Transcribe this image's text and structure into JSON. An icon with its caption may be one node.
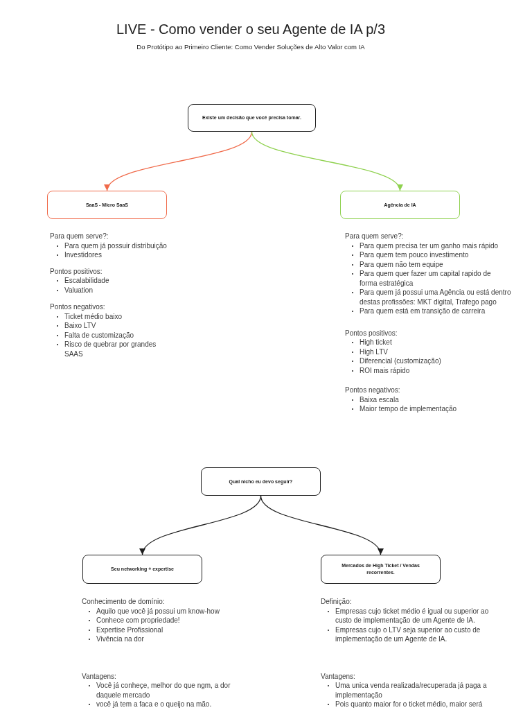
{
  "diagram": {
    "title": "LIVE - Como vender o seu Agente de IA p/3",
    "nodes": [
      {
        "text": [
          "Existe um decisão que você precisa tomar."
        ]
      },
      {
        "text": [
          "SaaS - Micro SaaS"
        ],
        "beside": [
          "Para quem serve?:",
          "Para quem já possuir distribuição",
          "Investidores",
          "Pontos positivos:",
          "Escalabilidade",
          "Valuation",
          "Pontos negativos:",
          "Ticket médio baixo",
          "Baixo LTV",
          "Falta de customização",
          "Risco de quebrar por grandes SAAS"
        ]
      },
      {
        "text": [
          "Agência de IA"
        ],
        "beside": [
          "Para quem serve?:",
          "Para quem precisa ter um ganho mais rápido",
          "Para quem tem pouco investimento",
          "Para quem não tem equipe",
          "Para quem quer fazer um capital rapido de forma estratégica",
          "Para quem já possui uma Agência ou está dentro destas profissões: MKT digital, Trafego pago",
          "Para quem está em transição de carreira",
          "Pontos positivos:",
          "High ticket",
          "High LTV",
          "Diferencial (customização)",
          "ROI mais rápido",
          "Pontos negativos:",
          "Baixa escala",
          "Maior tempo de implementação"
        ]
      },
      {
        "text": [
          "Qual nicho eu devo seguir?"
        ]
      },
      {
        "text": [
          "Seu networking + expertise"
        ],
        "beside": [
          "Conhecimento de domínio:",
          "Aquilo que você já possui um know-how",
          "Conhece com propriedade!",
          "Expertise Profissional",
          "Vivência na dor",
          "Vantagens:",
          "Você já conheçe, melhor do que ngm, a dor daquele mercado",
          "você já tem a faca e o queijo na mão."
        ]
      },
      {
        "text": [
          "Mercados de High Ticket / Vendas recorrentes."
        ],
        "beside": [
          "Definição:",
          "Empresas cujo ticket médio é igual ou superior ao custo de implementação de um Agente de IA.",
          "Empresas cujo o LTV seja superior ao custo de implementação de um Agente de IA.",
          "Vantagens:",
          "Uma unica venda realizada/recuperada já paga a implementação",
          "Pois quanto maior for o ticket médio, maior será"
        ]
      }
    ],
    "edges": [
      {
        "from": 0,
        "to": 1,
        "arrow": "to",
        "color": "#f06a4a"
      },
      {
        "from": 0,
        "to": 2,
        "arrow": "to",
        "color": "#8fd14f"
      },
      {
        "from": 3,
        "to": 4,
        "arrow": "to"
      },
      {
        "from": 3,
        "to": 5,
        "arrow": "to"
      }
    ],
    "labels": [
      "Do Protótipo ao Primeiro Cliente: Como Vender Soluções de Alto Valor com IA"
    ]
  }
}
